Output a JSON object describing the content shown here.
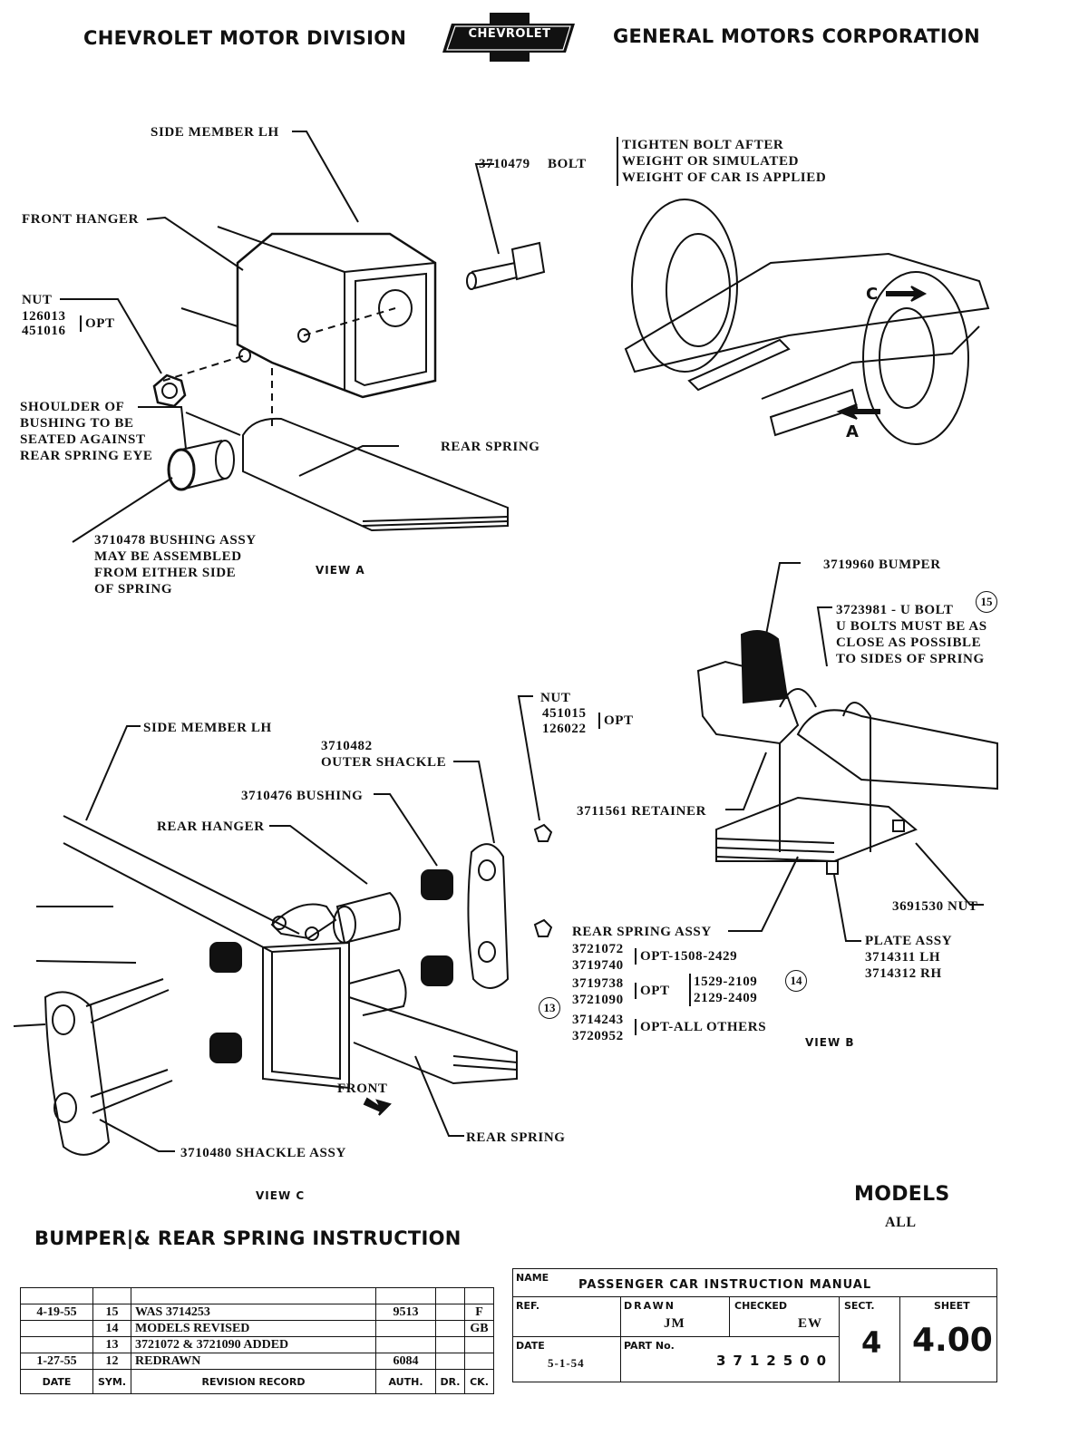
{
  "header": {
    "left": "CHEVROLET MOTOR DIVISION",
    "logo": "CHEVROLET",
    "right": "GENERAL MOTORS CORPORATION"
  },
  "view_a": {
    "side_member": "SIDE MEMBER LH",
    "front_hanger": "FRONT HANGER",
    "nut_title": "NUT",
    "nut_parts": [
      "126013",
      "451016"
    ],
    "nut_opt": "OPT",
    "bolt_part": "3710479",
    "bolt_label": "BOLT",
    "bolt_note": [
      "TIGHTEN BOLT AFTER",
      "WEIGHT OR SIMULATED",
      "WEIGHT OF CAR IS APPLIED"
    ],
    "shoulder_note": [
      "SHOULDER OF",
      "BUSHING TO BE",
      "SEATED AGAINST",
      "REAR SPRING EYE"
    ],
    "rear_spring": "REAR SPRING",
    "bushing_note": [
      "3710478 BUSHING ASSY",
      "MAY BE ASSEMBLED",
      "FROM EITHER SIDE",
      "OF SPRING"
    ],
    "view_label": "VIEW A"
  },
  "overview": {
    "arrow_c": "C",
    "arrow_a": "A"
  },
  "view_b": {
    "bumper": "3719960 BUMPER",
    "ubolt": "3723981 - U BOLT",
    "ubolt_circle": "15",
    "ubolt_note": [
      "U BOLTS MUST BE AS",
      "CLOSE AS POSSIBLE",
      "TO SIDES OF SPRING"
    ],
    "retainer": "3711561 RETAINER",
    "nut": "3691530 NUT",
    "plate_title": "PLATE ASSY",
    "plate_parts": [
      "3714311 LH",
      "3714312 RH"
    ],
    "spring_title": "REAR SPRING ASSY",
    "spring_groups": [
      {
        "parts": [
          "3721072",
          "3719740"
        ],
        "opt": "OPT-1508-2429"
      },
      {
        "parts": [
          "3719738",
          "3721090"
        ],
        "opt": "OPT",
        "ranges": [
          "1529-2109",
          "2129-2409"
        ]
      },
      {
        "parts": [
          "3714243",
          "3720952"
        ],
        "opt": "OPT-ALL OTHERS"
      }
    ],
    "circle_13": "13",
    "circle_14": "14",
    "view_label": "VIEW B"
  },
  "view_c": {
    "side_member": "SIDE MEMBER LH",
    "outer_shackle": [
      "3710482",
      "OUTER SHACKLE"
    ],
    "bushing": "3710476 BUSHING",
    "rear_hanger": "REAR HANGER",
    "nut_title": "NUT",
    "nut_parts": [
      "451015",
      "126022"
    ],
    "nut_opt": "OPT",
    "front": "FRONT",
    "rear_spring": "REAR SPRING",
    "shackle_assy": "3710480 SHACKLE ASSY",
    "view_label": "VIEW C"
  },
  "models": {
    "title": "MODELS",
    "value": "ALL"
  },
  "page_title": "BUMPER|& REAR SPRING INSTRUCTION",
  "revisions": {
    "headers": [
      "DATE",
      "SYM.",
      "REVISION RECORD",
      "AUTH.",
      "DR.",
      "CK."
    ],
    "rows": [
      [
        "",
        "",
        "",
        "",
        "",
        ""
      ],
      [
        "4-19-55",
        "15",
        "WAS 3714253",
        "9513",
        "",
        "F"
      ],
      [
        "",
        "14",
        "MODELS REVISED",
        "",
        "",
        "GB"
      ],
      [
        "",
        "13",
        "3721072 & 3721090 ADDED",
        "",
        "",
        ""
      ],
      [
        "1-27-55",
        "12",
        "REDRAWN",
        "6084",
        "",
        ""
      ]
    ]
  },
  "title_block": {
    "name_label": "NAME",
    "name_value": "PASSENGER CAR INSTRUCTION MANUAL",
    "ref_label": "REF.",
    "drawn_label": "DRAWN",
    "drawn_value": "JM",
    "checked_label": "CHECKED",
    "checked_value": "EW",
    "sect_label": "SECT.",
    "sect_value": "4",
    "sheet_label": "SHEET",
    "sheet_value": "4.00",
    "date_label": "DATE",
    "date_value": "5-1-54",
    "part_label": "PART No.",
    "part_value": "3712500"
  }
}
